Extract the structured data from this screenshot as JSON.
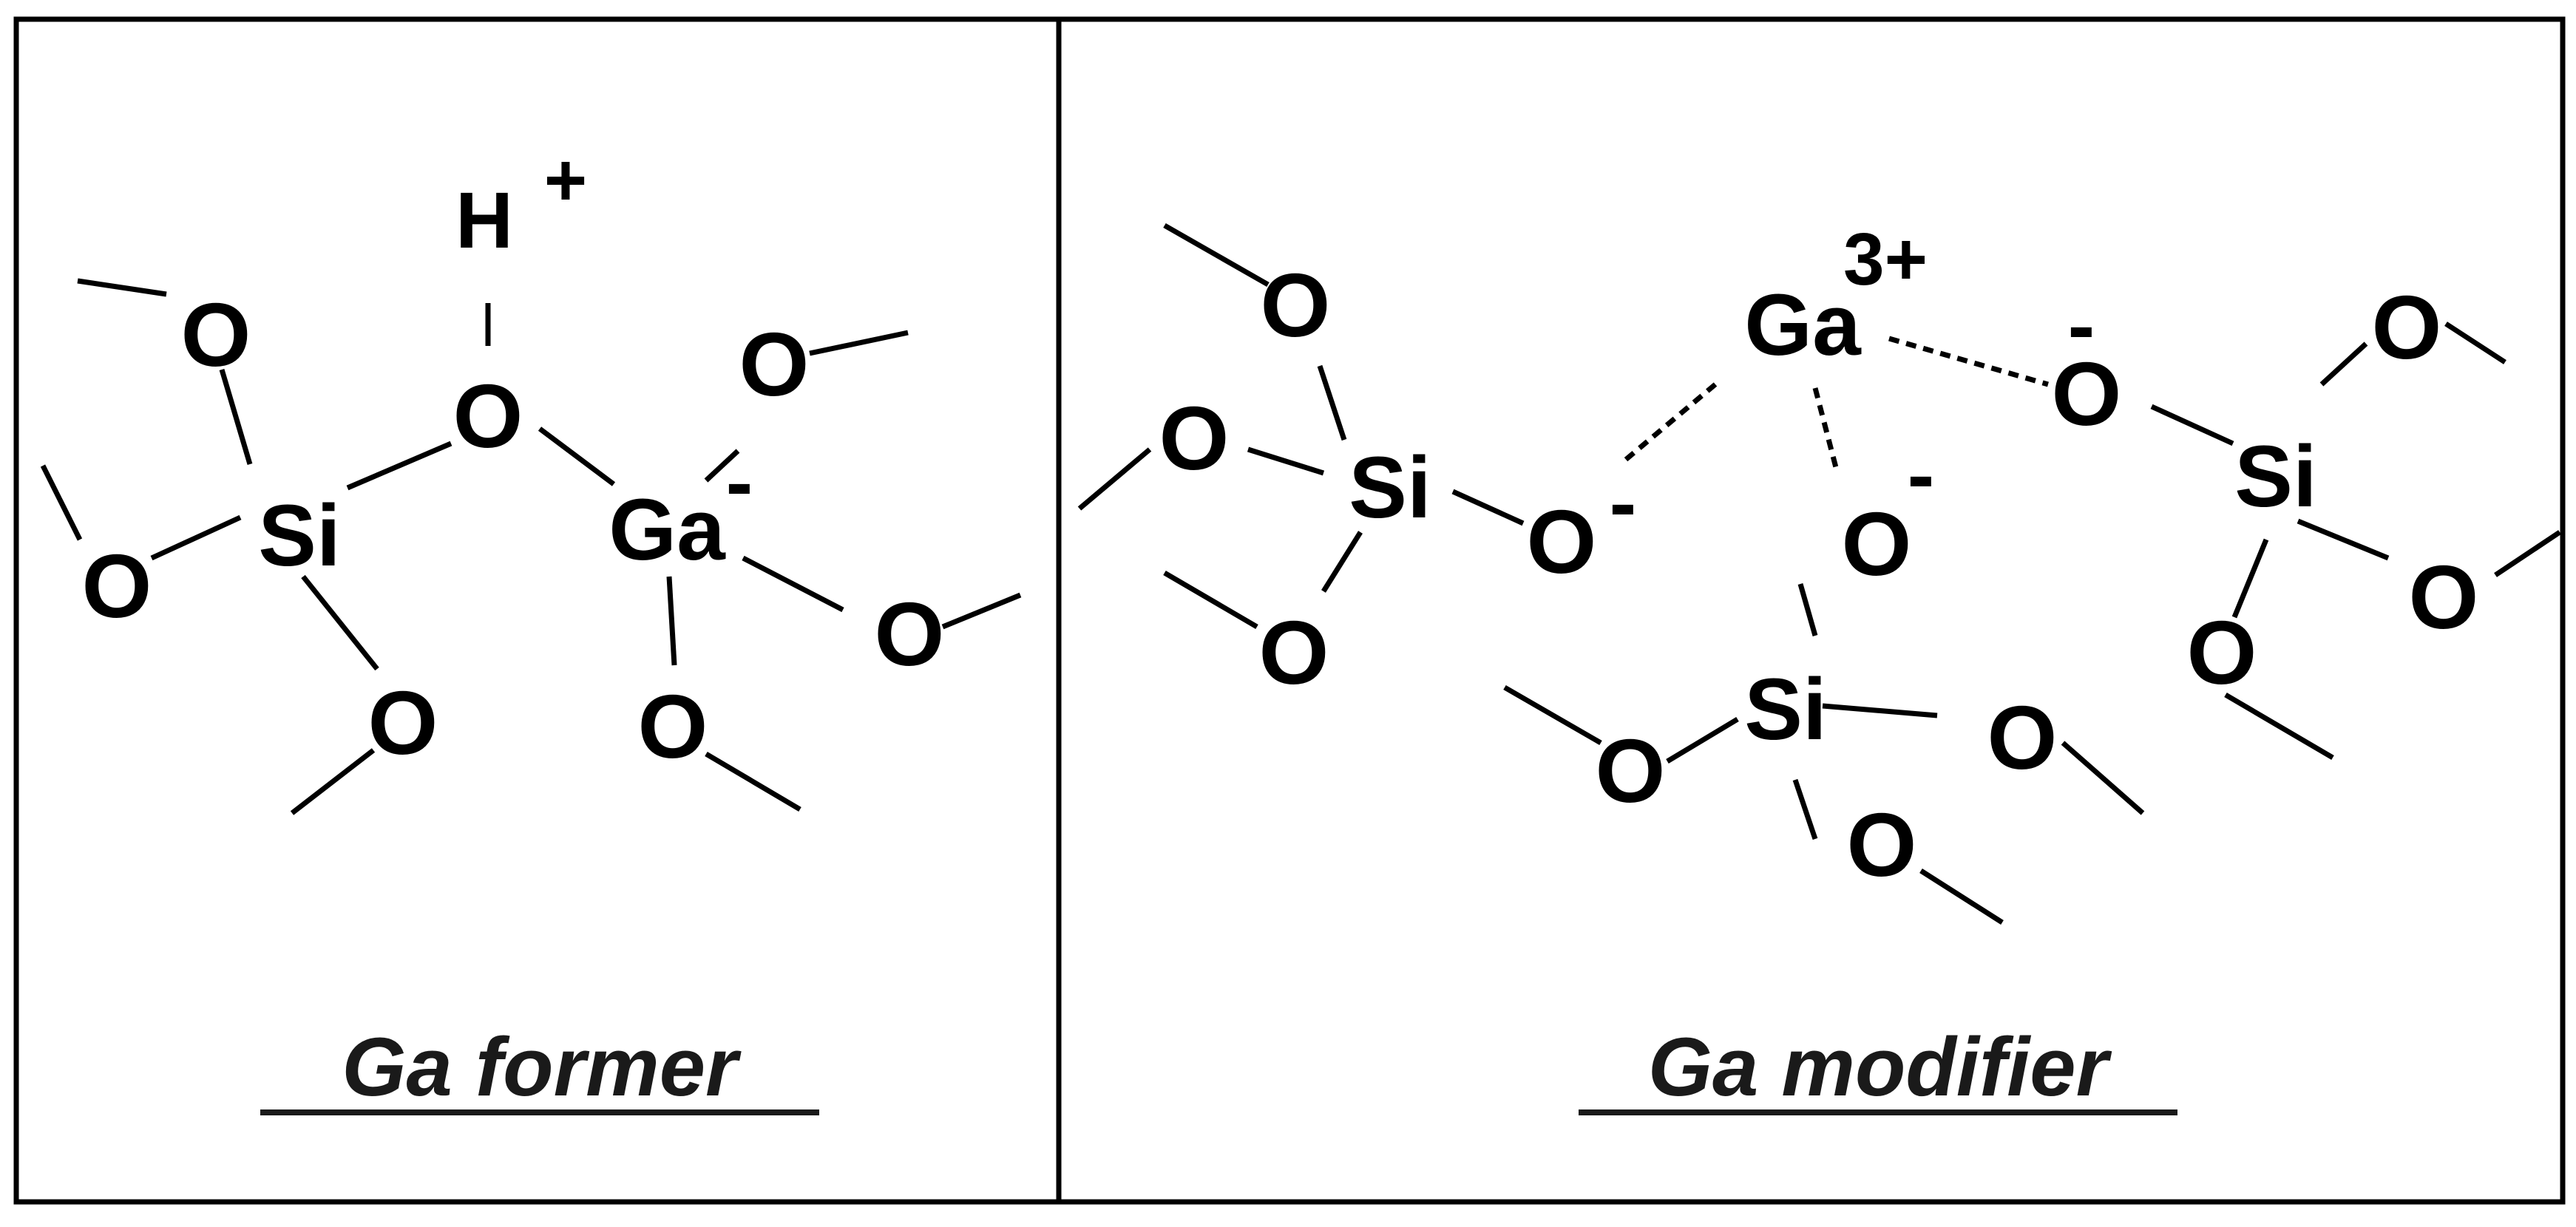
{
  "panels": [
    {
      "caption": "Ga former"
    },
    {
      "caption": "Ga modifier"
    }
  ],
  "atoms": {
    "O": "O",
    "Si": "Si",
    "Ga": "Ga",
    "H": "H"
  },
  "charges": {
    "plus": "+",
    "minus": "-",
    "three_plus": "3+"
  }
}
